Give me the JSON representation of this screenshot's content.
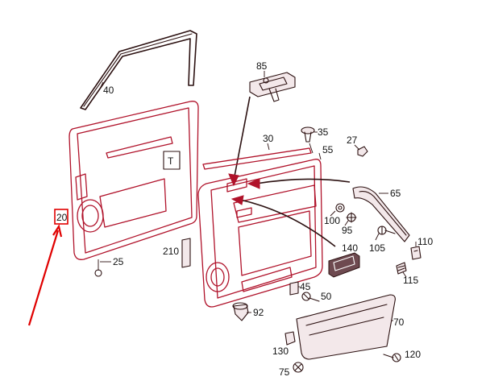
{
  "diagram": {
    "callouts": [
      "20",
      "25",
      "30",
      "35",
      "40",
      "45",
      "50",
      "55",
      "65",
      "70",
      "75",
      "85",
      "92",
      "95",
      "100",
      "105",
      "110",
      "115",
      "120",
      "130",
      "140",
      "210",
      "27",
      "T"
    ],
    "highlight_label": "20",
    "colors": {
      "line": "#2b1010",
      "accent": "#b0122a",
      "highlight": "#e00000"
    }
  }
}
